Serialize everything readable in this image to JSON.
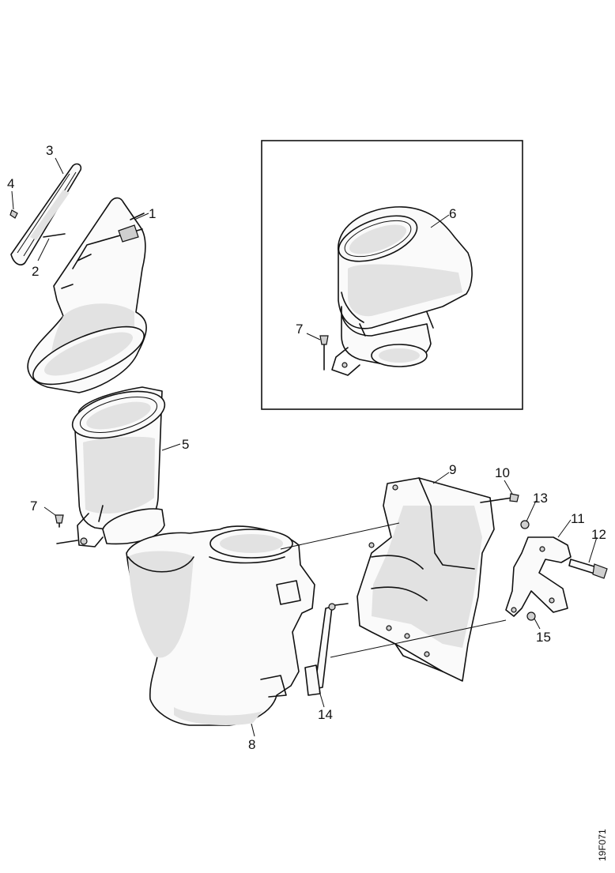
{
  "diagram": {
    "callouts": [
      {
        "id": "c1",
        "text": "1"
      },
      {
        "id": "c2",
        "text": "2"
      },
      {
        "id": "c3",
        "text": "3"
      },
      {
        "id": "c4",
        "text": "4"
      },
      {
        "id": "c5",
        "text": "5"
      },
      {
        "id": "c6",
        "text": "6"
      },
      {
        "id": "c7a",
        "text": "7"
      },
      {
        "id": "c7b",
        "text": "7"
      },
      {
        "id": "c8",
        "text": "8"
      },
      {
        "id": "c9",
        "text": "9"
      },
      {
        "id": "c10",
        "text": "10"
      },
      {
        "id": "c11",
        "text": "11"
      },
      {
        "id": "c12",
        "text": "12"
      },
      {
        "id": "c13",
        "text": "13"
      },
      {
        "id": "c14",
        "text": "14"
      },
      {
        "id": "c15",
        "text": "15"
      }
    ],
    "figure_code": "19F071"
  }
}
